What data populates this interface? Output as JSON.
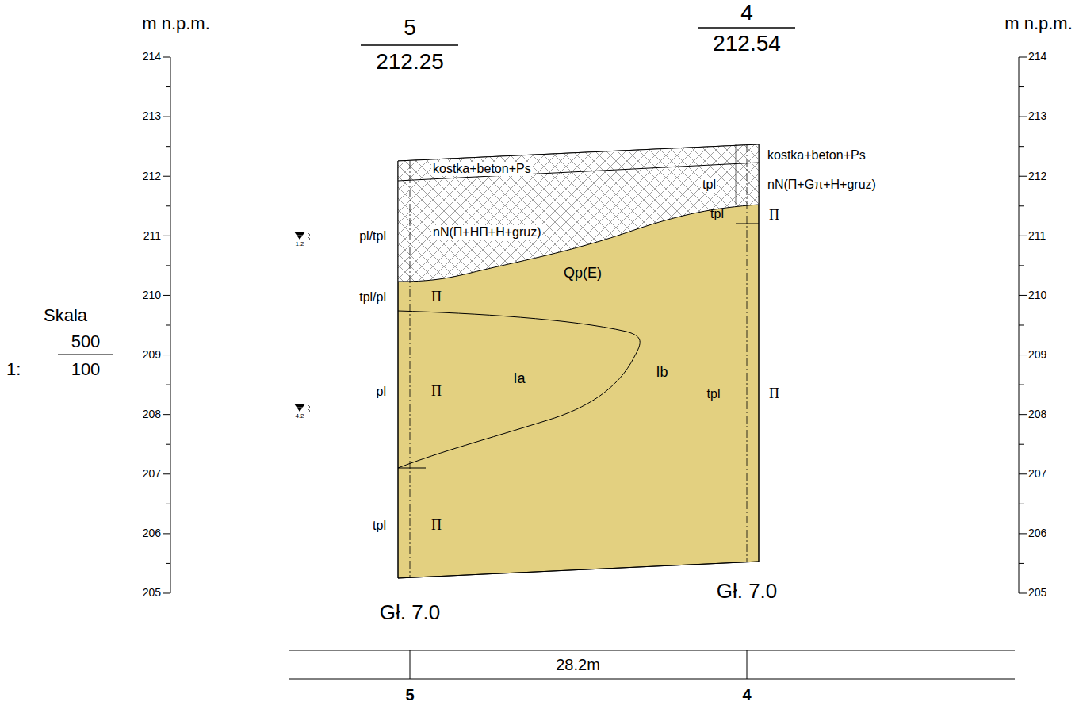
{
  "diagram": {
    "labels": [
      "m n.p.m.",
      "m n.p.m.",
      "214",
      "213",
      "212",
      "211",
      "210",
      "209",
      "208",
      "207",
      "206",
      "205",
      "214",
      "213",
      "212",
      "211",
      "210",
      "209",
      "208",
      "207",
      "206",
      "205",
      "5",
      "212.25",
      "4",
      "212.54",
      "Skala",
      "1:",
      "500",
      "100",
      "kostka+beton+Ps",
      "kostka+beton+Ps",
      "nN(Π+HΠ+H+gruz)",
      "nN(Π+Gπ+H+gruz)",
      "tpl",
      "tpl",
      "Π",
      "pl/tpl",
      "tpl/pl",
      "Π",
      "Qp(E)",
      "Ia",
      "Ib",
      "pl",
      "Π",
      "tpl",
      "Π",
      "tpl",
      "Π",
      "1.2",
      "4.2",
      "Gł. 7.0",
      "Gł. 7.0",
      "28.2m",
      "5",
      "4"
    ]
  }
}
